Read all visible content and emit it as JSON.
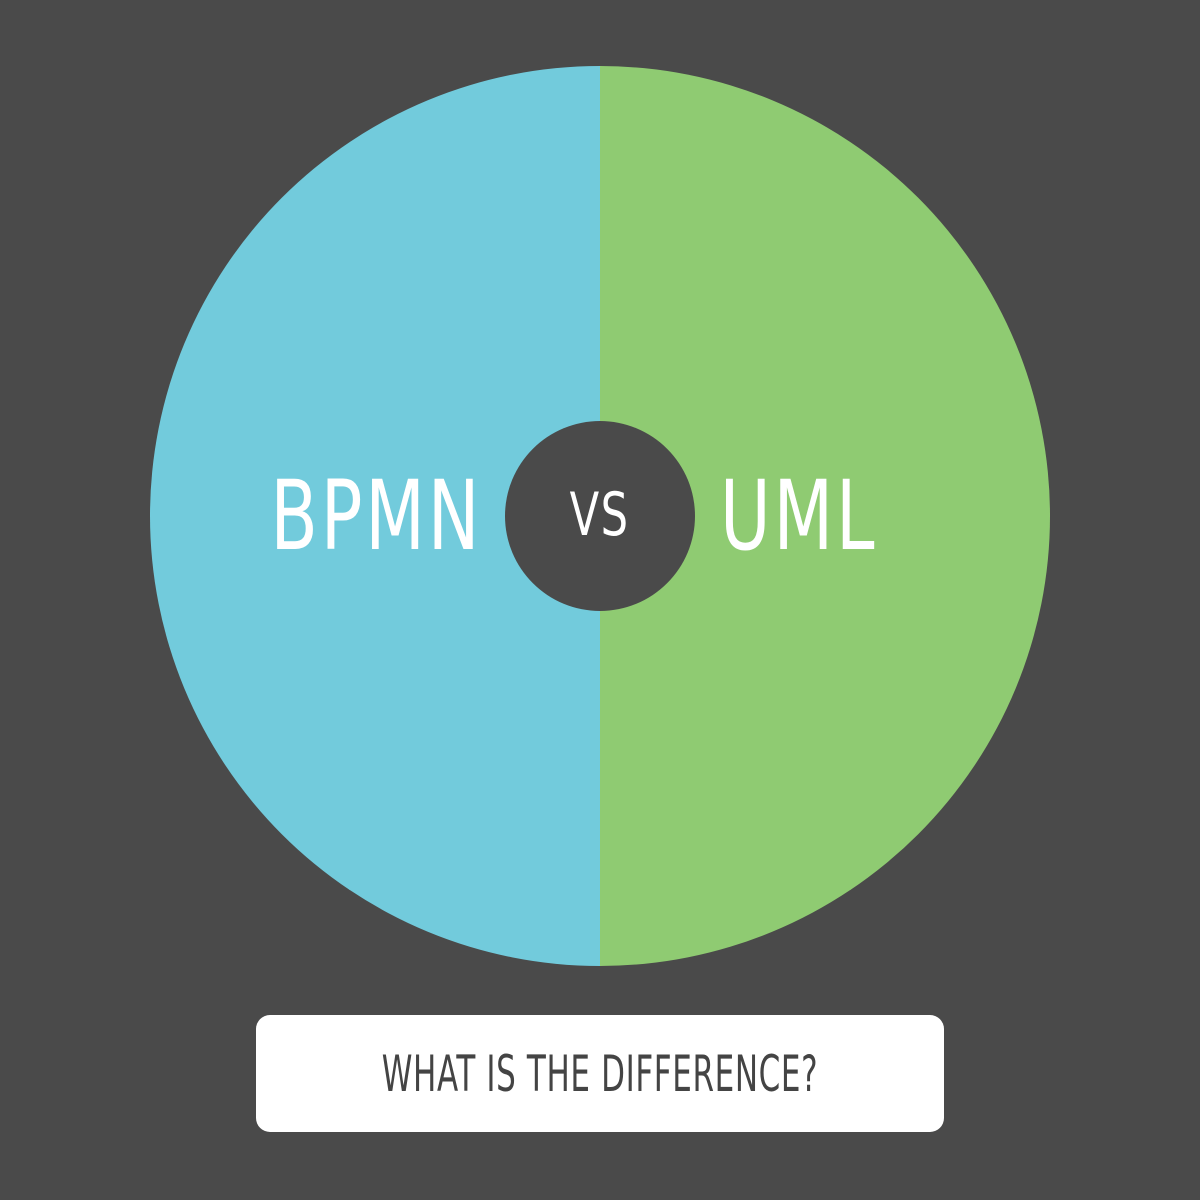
{
  "colors": {
    "background": "#4a4a4a",
    "left_half": "#72cbdc",
    "right_half": "#8fcb72",
    "badge": "#4a4a4a",
    "text_light": "#ffffff",
    "text_dark": "#444444",
    "question_box": "#ffffff"
  },
  "comparison": {
    "left_label": "BPMN",
    "separator": "VS",
    "right_label": "UML"
  },
  "question": {
    "text": "WHAT IS THE DIFFERENCE?"
  }
}
